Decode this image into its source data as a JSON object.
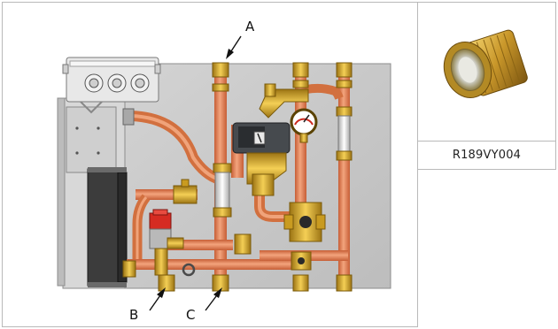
{
  "callouts": {
    "a": "A",
    "b": "B",
    "c": "C"
  },
  "product": {
    "code": "R189VY004"
  },
  "colors": {
    "pipe": "#e8865a",
    "brass": "#d4a52a",
    "panel": "#c9c9c9",
    "pump": "#404448",
    "valve_red": "#d52b22"
  }
}
